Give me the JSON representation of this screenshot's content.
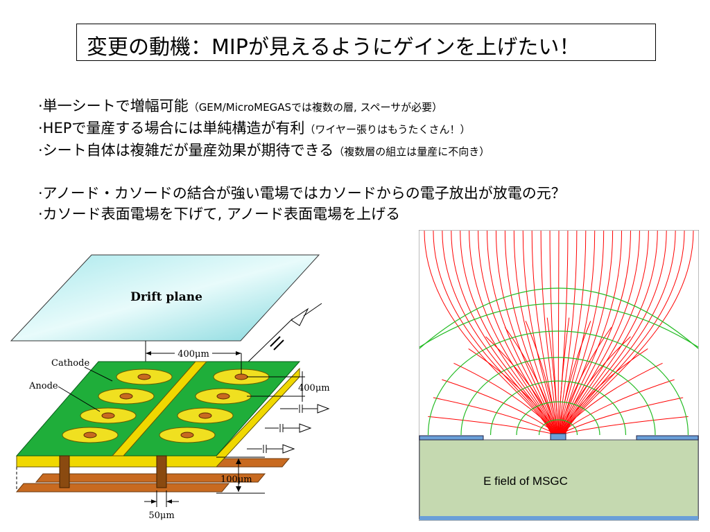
{
  "slide": {
    "title": "変更の動機：MIPが見えるようにゲインを上げたい！",
    "bullets": [
      {
        "main": "·単一シートで増幅可能",
        "note": "（GEM/MicroMEGASでは複数の層, スペーサが必要）"
      },
      {
        "main": "·HEPで量産する場合には単純構造が有利",
        "note": "（ワイヤー張りはもうたくさん！）"
      },
      {
        "main": "·シート自体は複雑だが量産効果が期待できる",
        "note": "（複数層の組立は量産に不向き）"
      },
      {
        "main": "·アノード・カソードの結合が強い電場ではカソードからの電子放出が放電の元？",
        "note": ""
      },
      {
        "main": "·カソード表面電場を下げて, アノード表面電場を上げる",
        "note": ""
      }
    ]
  },
  "diagram": {
    "drift_plane": "Drift plane",
    "cathode": "Cathode",
    "anode": "Anode",
    "pitch_400_a": "400μm",
    "pitch_400_b": "400μm",
    "thickness_100": "100μm",
    "width_50": "50μm"
  },
  "field_plot": {
    "caption": "E field of MSGC",
    "colors": {
      "field_lines": "#ff0000",
      "equipotential": "#22bb22",
      "substrate": "#c5d9b0",
      "electrode": "#6a9fd8"
    }
  }
}
